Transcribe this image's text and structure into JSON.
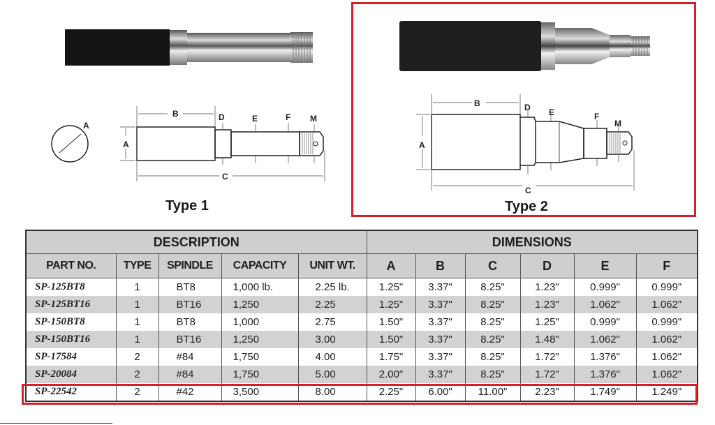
{
  "figures": {
    "type1": {
      "caption": "Type 1",
      "labels": {
        "A_circle": "A",
        "A": "A",
        "B": "B",
        "C": "C",
        "D": "D",
        "E": "E",
        "F": "F",
        "M": "M"
      }
    },
    "type2": {
      "caption": "Type 2",
      "highlighted": true,
      "labels": {
        "A": "A",
        "B": "B",
        "C": "C",
        "D": "D",
        "E": "E",
        "F": "F",
        "M": "M"
      }
    }
  },
  "table": {
    "groups": {
      "description": "DESCRIPTION",
      "dimensions": "DIMENSIONS"
    },
    "columns": [
      "PART NO.",
      "TYPE",
      "SPINDLE",
      "CAPACITY",
      "UNIT WT.",
      "A",
      "B",
      "C",
      "D",
      "E",
      "F"
    ],
    "rows": [
      [
        "SP-125BT8",
        "1",
        "BT8",
        "1,000 lb.",
        "2.25 lb.",
        "1.25\"",
        "3.37\"",
        "8.25\"",
        "1.23\"",
        "0.999\"",
        "0.999\""
      ],
      [
        "SP-125BT16",
        "1",
        "BT16",
        "1,250",
        "2.25",
        "1.25\"",
        "3.37\"",
        "8.25\"",
        "1.23\"",
        "1.062\"",
        "1.062\""
      ],
      [
        "SP-150BT8",
        "1",
        "BT8",
        "1,000",
        "2.75",
        "1.50\"",
        "3.37\"",
        "8.25\"",
        "1.25\"",
        "0.999\"",
        "0.999\""
      ],
      [
        "SP-150BT16",
        "1",
        "BT16",
        "1,250",
        "3.00",
        "1.50\"",
        "3.37\"",
        "8.25\"",
        "1.48\"",
        "1.062\"",
        "1.062\""
      ],
      [
        "SP-17584",
        "2",
        "#84",
        "1,750",
        "4.00",
        "1.75\"",
        "3.37\"",
        "8.25\"",
        "1.72\"",
        "1.376\"",
        "1.062\""
      ],
      [
        "SP-20084",
        "2",
        "#84",
        "1,750",
        "5.00",
        "2.00\"",
        "3.37\"",
        "8.25\"",
        "1.72\"",
        "1.376\"",
        "1.062\""
      ],
      [
        "SP-22542",
        "2",
        "#42",
        "3,500",
        "8.00",
        "2.25\"",
        "6.00\"",
        "11.00\"",
        "2.23\"",
        "1.749\"",
        "1.249\""
      ]
    ],
    "highlighted_row": 6
  },
  "colors": {
    "highlight": "#d4202a",
    "header_bg": "#cfcfcf",
    "stripe": "#d2d2d2"
  }
}
